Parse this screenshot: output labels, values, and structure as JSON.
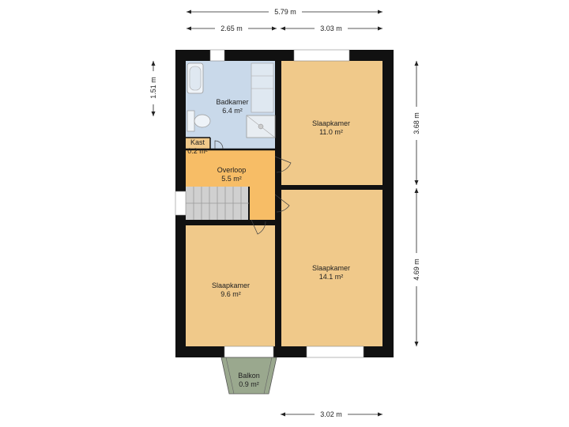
{
  "colors": {
    "wall": "#111111",
    "bedroom": "#f0c98a",
    "landing": "#f7bd66",
    "bathroom": "#c9d9ea",
    "closet": "#f0c98a",
    "stairs": "#d0d0d0",
    "balcony": "#9aa88e",
    "window": "#ffffff"
  },
  "rooms": {
    "badkamer": {
      "name": "Badkamer",
      "area": "6.4 m²"
    },
    "kast": {
      "name": "Kast",
      "area": "0.2 m²"
    },
    "overloop": {
      "name": "Overloop",
      "area": "5.5 m²"
    },
    "slaapkamer_top": {
      "name": "Slaapkamer",
      "area": "11.0 m²"
    },
    "slaapkamer_bottom_right": {
      "name": "Slaapkamer",
      "area": "14.1 m²"
    },
    "slaapkamer_bottom_left": {
      "name": "Slaapkamer",
      "area": "9.6 m²"
    },
    "balkon": {
      "name": "Balkon",
      "area": "0.9 m²"
    }
  },
  "dimensions": {
    "total_width": "5.79 m",
    "left_width": "2.65 m",
    "right_width": "3.03 m",
    "bath_height": "1.51 m",
    "top_right_height": "3.68 m",
    "bottom_right_height": "4.69 m",
    "bottom_width": "3.02 m"
  }
}
